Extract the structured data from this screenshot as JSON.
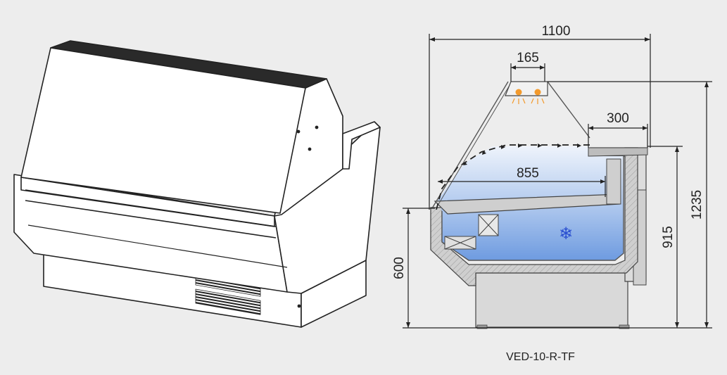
{
  "dimensions": {
    "total_width": "1100",
    "lamp_width": "165",
    "shelf_depth": "300",
    "display_depth": "855",
    "total_height": "1235",
    "counter_height": "915",
    "base_height": "600"
  },
  "model_label": "VED-10-R-TF",
  "icons": {
    "cooling": "snowflake-icon",
    "lamps": "lamp-icon"
  },
  "colors": {
    "background": "#ededed",
    "cold_zone_top": "#e8f0fb",
    "cold_zone_bottom": "#6e9be0",
    "insulation": "#c9c9c9",
    "lamp": "#f39a2c",
    "snowflake": "#2a4fd0"
  }
}
